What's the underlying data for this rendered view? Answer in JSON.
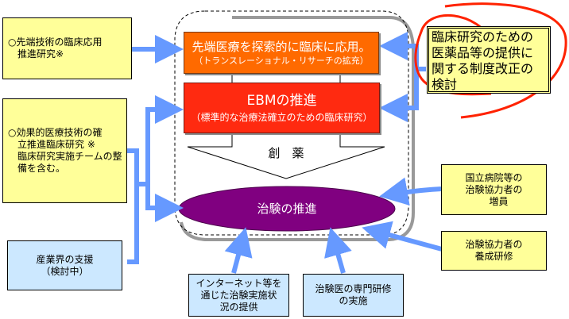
{
  "left_boxes": {
    "advanced_research": {
      "lines": [
        "○先端技術の臨床応用",
        "　推進研究※"
      ]
    },
    "effective_research": {
      "lines": [
        "○効果的医療技術の確",
        "　立推進臨床研究 ※",
        "　臨床研究実施チームの整",
        "　備を含む。"
      ]
    },
    "industry_support": {
      "lines": [
        "産業界の支援",
        "（検討中）"
      ]
    }
  },
  "center": {
    "translational": {
      "title": "先端医療を探索的に臨床に応用。",
      "subtitle": "（トランスレーショナル・リサーチの拡充）"
    },
    "ebm": {
      "title": "EBMの推進",
      "subtitle": "（標準的な治療法確立のための臨床研究）"
    },
    "drug_discovery_label": "創　薬",
    "clinical_trial": "治験の推進"
  },
  "right_boxes": {
    "proposal": {
      "lines": [
        "臨床研究のための",
        "医薬品等の提供に",
        "関する制度改正の",
        "検討"
      ]
    },
    "staff_increase": {
      "lines": [
        "国立病院等の",
        "治験協力者の",
        "　増員"
      ]
    },
    "staff_training": {
      "lines": [
        "治験協力者の",
        "養成研修"
      ]
    }
  },
  "bottom_boxes": {
    "internet_info": {
      "lines": [
        "インターネット等を",
        "通じた治験実施状",
        "況の提供"
      ]
    },
    "doctor_training": {
      "lines": [
        "治験医の専門研修",
        "の実施"
      ]
    }
  },
  "colors": {
    "arrow": "#6699ff",
    "translational": "#ff6a00",
    "ebm": "#ff2a10",
    "clinical_trial": "#800080",
    "highlight_circle": "#ff2200",
    "yellow_box": "#ffff99",
    "blue_box": "#cce8ff"
  }
}
